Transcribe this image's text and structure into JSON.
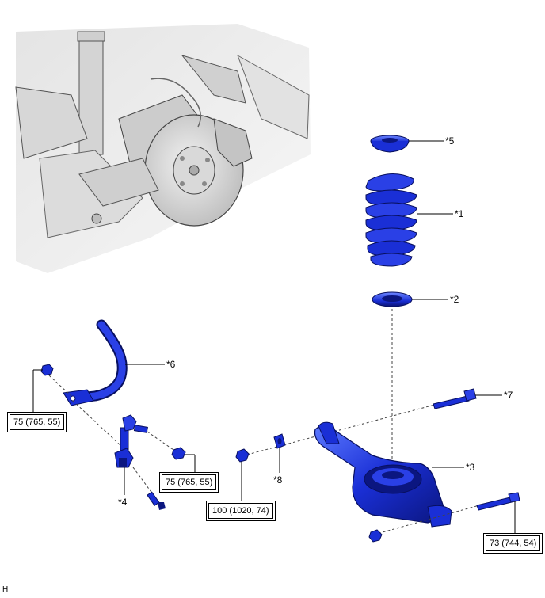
{
  "callouts": {
    "c1": "*1",
    "c2": "*2",
    "c3": "*3",
    "c4": "*4",
    "c5": "*5",
    "c6": "*6",
    "c7": "*7",
    "c8": "*8"
  },
  "torque_specs": {
    "stabilizer_bushing_nut": "75 (765, 55)",
    "link_nut": "75 (765, 55)",
    "arm_inner_nut": "100 (1020, 74)",
    "arm_outer_bolt": "73 (744, 54)"
  },
  "corner_code": "H",
  "colors": {
    "part_blue": "#1a2fd6",
    "part_dark": "#0b1680",
    "part_light": "#4a68ff",
    "context_gray": "#d8d8d8"
  },
  "icons": {
    "coil_spring": "coil-spring-icon",
    "spring_seat": "spring-seat-icon",
    "lower_arm": "lower-arm-icon",
    "stabilizer_bar": "stabilizer-bar-icon",
    "stabilizer_link": "stabilizer-link-icon",
    "bolt": "bolt-icon",
    "nut": "nut-icon"
  }
}
